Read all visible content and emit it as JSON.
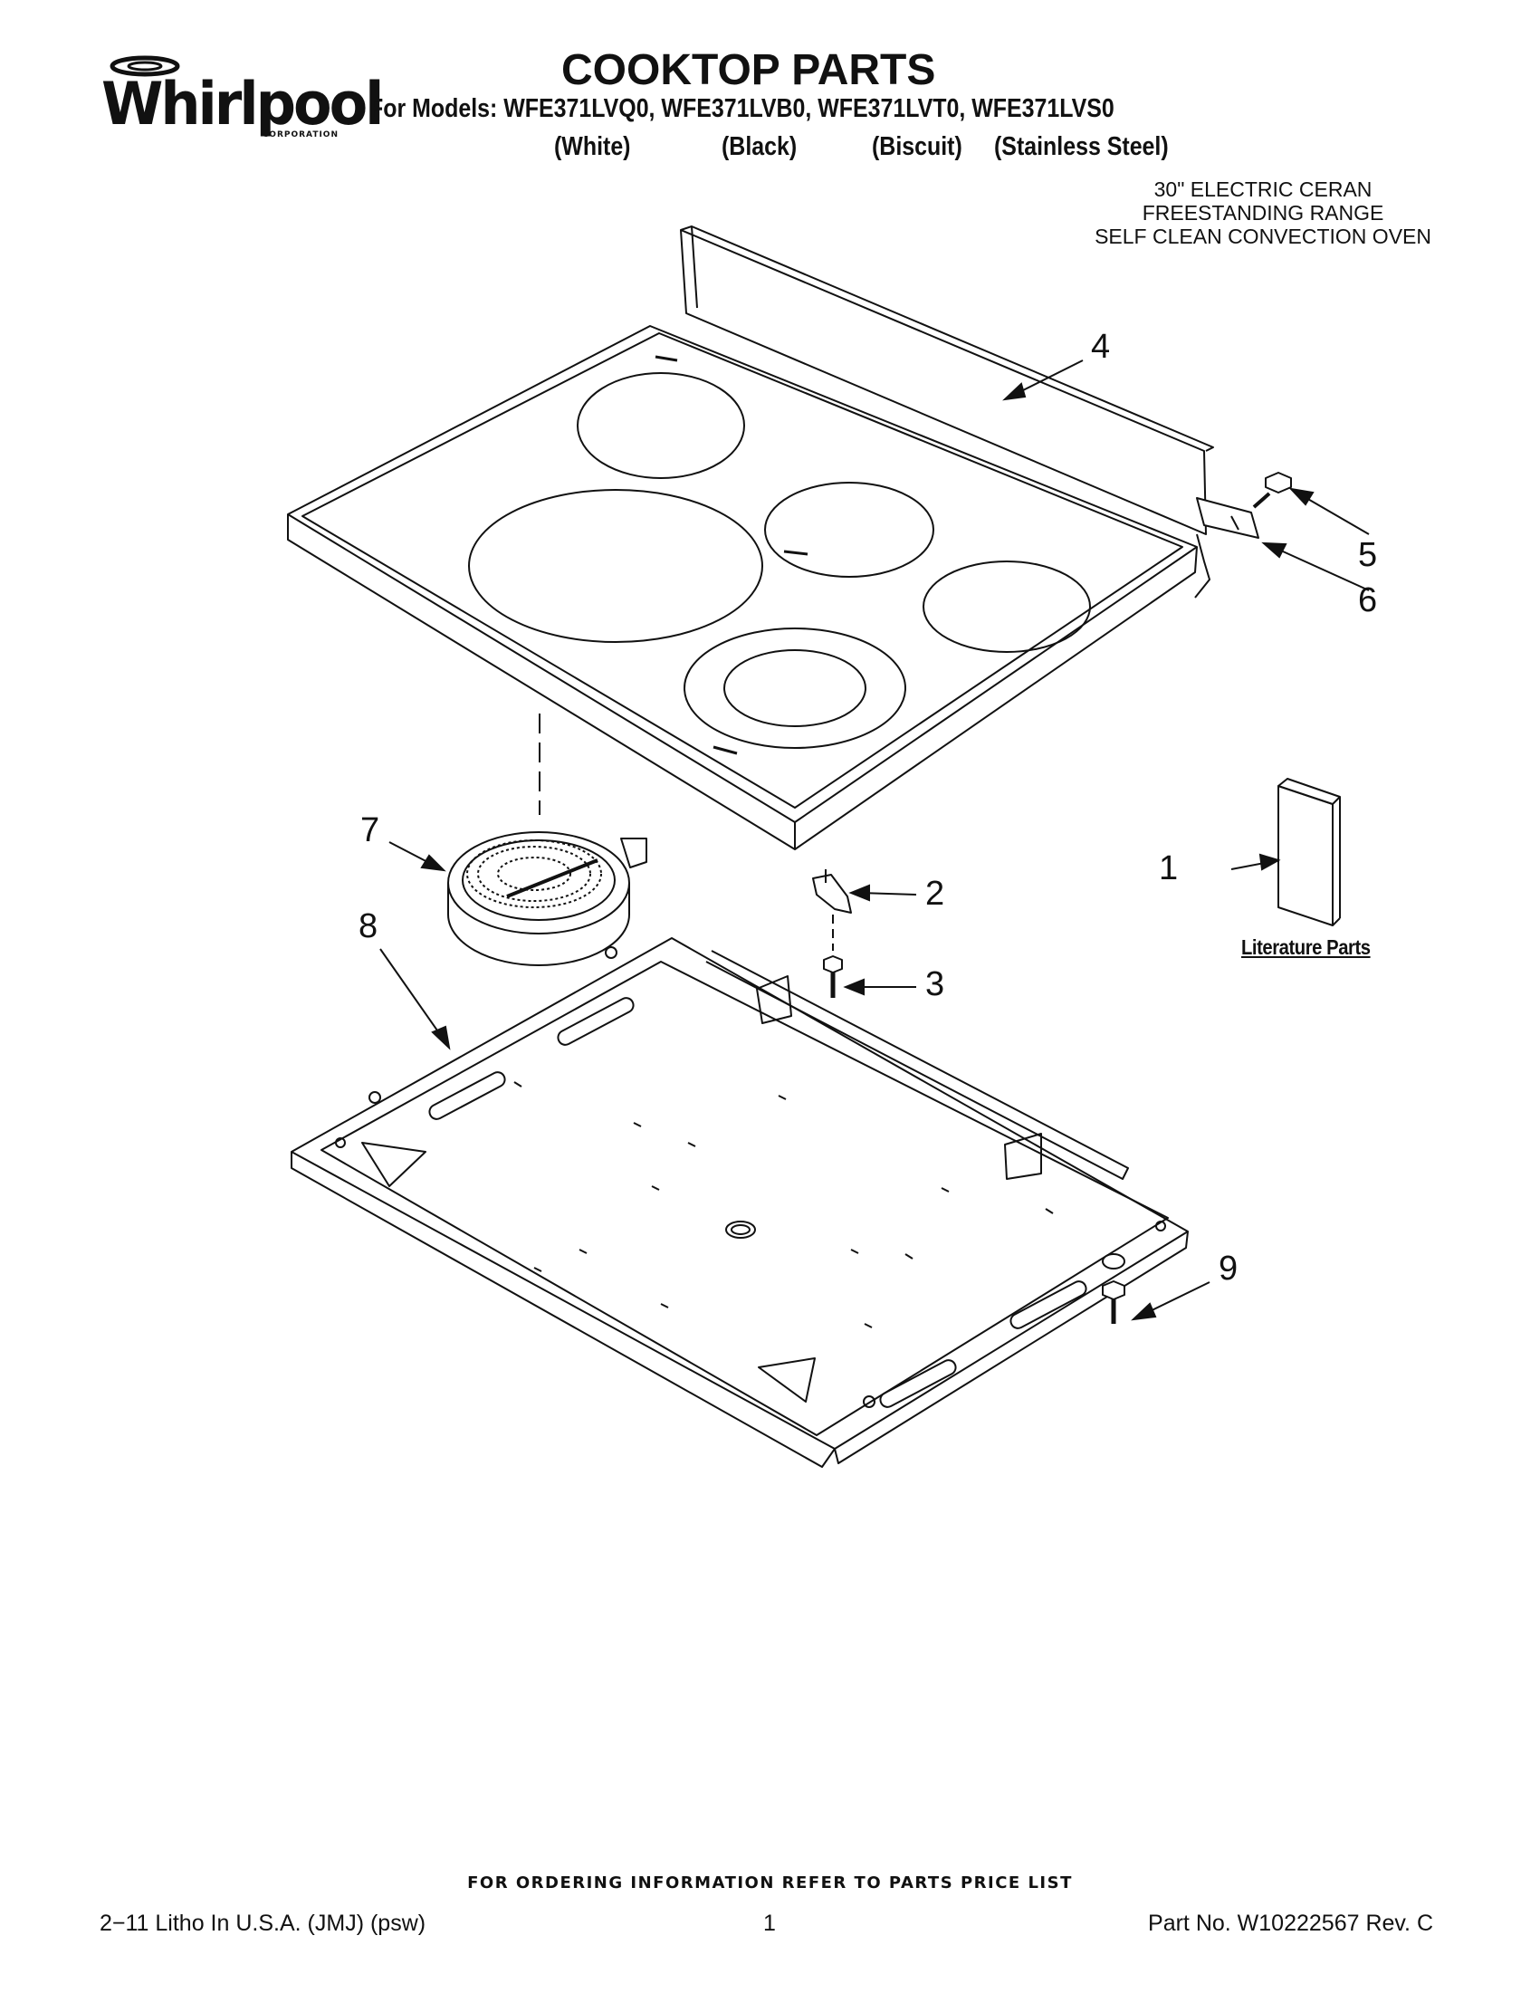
{
  "brand": {
    "name": "Whirlpool",
    "sub": "CORPORATION"
  },
  "header": {
    "title": "COOKTOP PARTS",
    "models": "For Models: WFE371LVQ0, WFE371LVB0, WFE371LVT0, WFE371LVS0",
    "colors": [
      "(White)",
      "(Black)",
      "(Biscuit)",
      "(Stainless Steel)"
    ],
    "description": [
      "30\" ELECTRIC CERAN",
      "FREESTANDING RANGE",
      "SELF CLEAN CONVECTION OVEN"
    ]
  },
  "callouts": [
    "4",
    "5",
    "6",
    "7",
    "2",
    "1",
    "8",
    "3",
    "9"
  ],
  "literature_label": "Literature Parts",
  "footer": {
    "ordering": "FOR ORDERING INFORMATION REFER TO PARTS PRICE LIST",
    "litho": "2−11 Litho In U.S.A. (JMJ) (psw)",
    "page": "1",
    "part_no": "Part No. W10222567 Rev. C"
  }
}
